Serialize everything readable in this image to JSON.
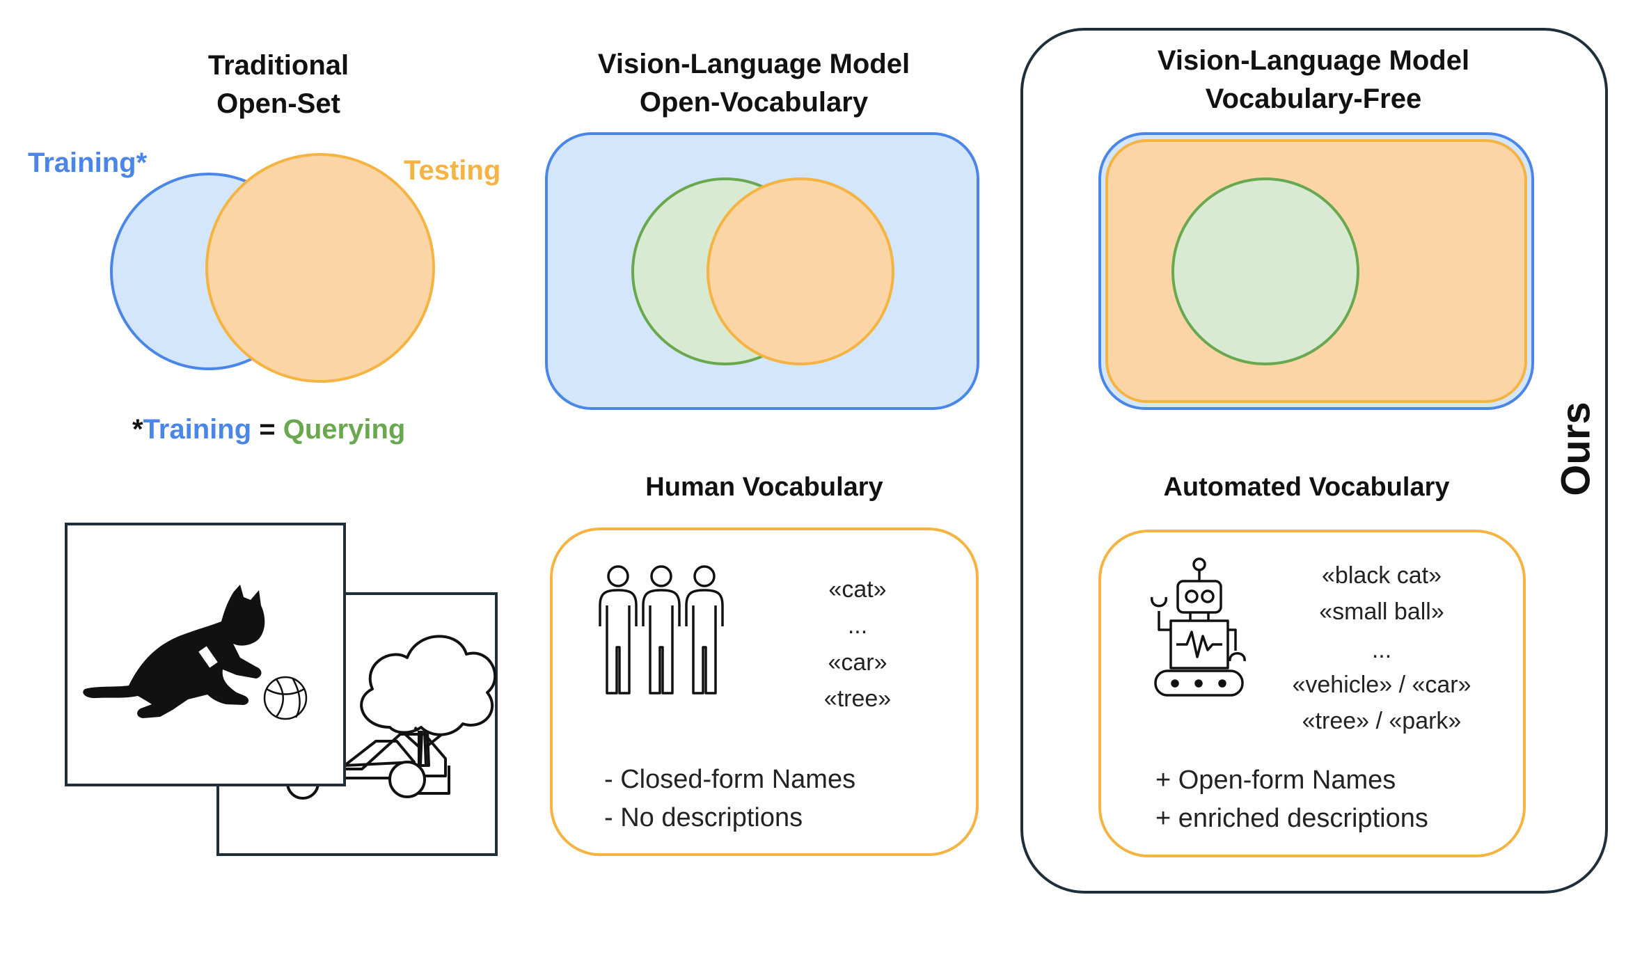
{
  "colors": {
    "blue": "#4a86e8",
    "blue_fill": "#d4e6fb",
    "orange": "#f5b342",
    "orange_fill": "#fbd5a5",
    "green": "#6aa84f",
    "green_fill": "#d9ead3",
    "text": "#111111",
    "dark": "#1f2f3a"
  },
  "col1": {
    "title_line1": "Traditional",
    "title_line2": "Open-Set",
    "training_label": "Training*",
    "testing_label": "Testing",
    "footnote_star": "*",
    "footnote_training": "Training",
    "footnote_eq": " = ",
    "footnote_querying": "Querying"
  },
  "col2": {
    "title_line1": "Vision-Language Model",
    "title_line2": "Open-Vocabulary",
    "vocab_title": "Human Vocabulary",
    "vocab_terms": [
      "«cat»",
      "...",
      "«car»",
      "«tree»"
    ],
    "notes": [
      "- Closed-form Names",
      "- No descriptions"
    ]
  },
  "col3": {
    "title_line1": "Vision-Language Model",
    "title_line2": "Vocabulary-Free",
    "vocab_title": "Automated Vocabulary",
    "vocab_terms": [
      "«black cat»",
      "«small ball»",
      "...",
      "«vehicle» / «car»",
      "«tree» / «park»"
    ],
    "notes": [
      "+ Open-form Names",
      "+ enriched descriptions"
    ],
    "side_label": "Ours"
  },
  "icons": {
    "cat": "cat-silhouette-icon",
    "ball": "ball-icon",
    "tree": "tree-icon",
    "car": "car-icon",
    "people": "people-icon",
    "robot": "robot-icon"
  }
}
